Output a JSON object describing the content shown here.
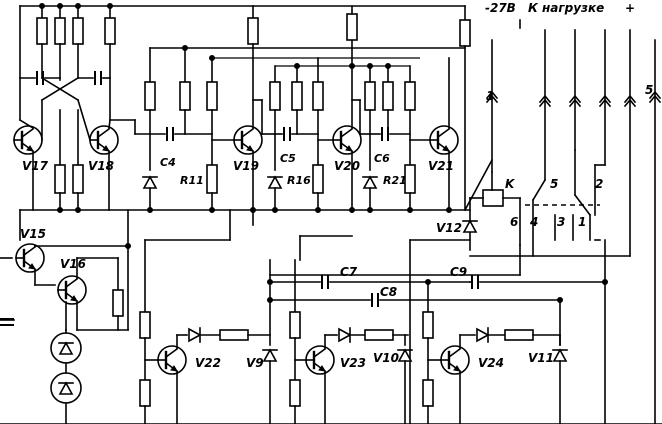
{
  "labels": {
    "V17": "V17",
    "V18": "V18",
    "V19": "V19",
    "V20": "V20",
    "V21": "V21",
    "V15": "V15",
    "V16": "V16",
    "V22": "V22",
    "V23": "V23",
    "V24": "V24",
    "V9": "V9",
    "V10": "V10",
    "V11": "V11",
    "V12": "V12",
    "C4": "C4",
    "C5": "C5",
    "C6": "C6",
    "C7": "C7",
    "C8": "C8",
    "C9": "C9",
    "R11": "R11",
    "R16": "R16",
    "R21": "R21",
    "K": "K"
  },
  "terminals": {
    "minus_27v": "-27В",
    "to_load": "К нагрузке",
    "plus": "+",
    "pin1": "1",
    "pin5": "5"
  },
  "relay_contacts": {
    "c1": "1",
    "c2": "2",
    "c3": "3",
    "c4": "4",
    "c5": "5",
    "c6": "6"
  }
}
